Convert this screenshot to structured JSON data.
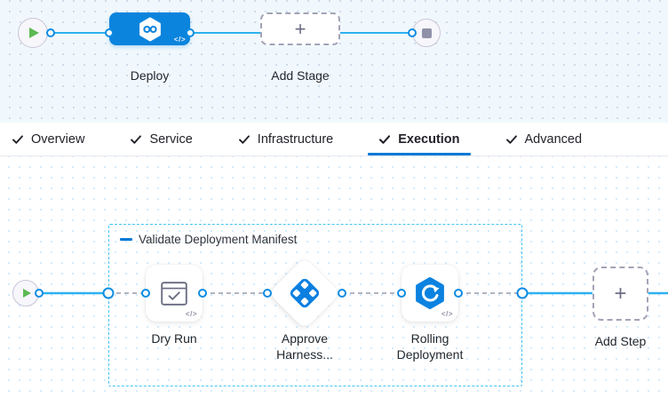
{
  "stage_canvas": {
    "deploy_stage": {
      "label": "Deploy"
    },
    "add_stage": {
      "label": "Add Stage"
    },
    "code_toggle": "</>"
  },
  "tabs": [
    {
      "label": "Overview",
      "checked": true,
      "active": false
    },
    {
      "label": "Service",
      "checked": true,
      "active": false
    },
    {
      "label": "Infrastructure",
      "checked": true,
      "active": false
    },
    {
      "label": "Execution",
      "checked": true,
      "active": true
    },
    {
      "label": "Advanced",
      "checked": true,
      "active": false
    }
  ],
  "execution_canvas": {
    "step_group": {
      "label": "Validate Deployment Manifest"
    },
    "steps": [
      {
        "label": "Dry Run",
        "icon": "dry-run-window-check"
      },
      {
        "label": "Approve Harness...",
        "icon": "harness-approval-diamond"
      },
      {
        "label": "Rolling Deployment",
        "icon": "rolling-deployment"
      }
    ],
    "add_step": {
      "label": "Add Step"
    },
    "code_toggle": "</>"
  },
  "icons": {
    "plus": "+"
  },
  "colors": {
    "primary_blue": "#0278d5",
    "stage_blue": "#0b84dd",
    "connector_cyan": "#2eb1f0",
    "group_border_cyan": "#43c5f3",
    "dashed_gray": "#9a9bb0",
    "play_green": "#5cb854",
    "stop_gray": "#9091a9"
  }
}
